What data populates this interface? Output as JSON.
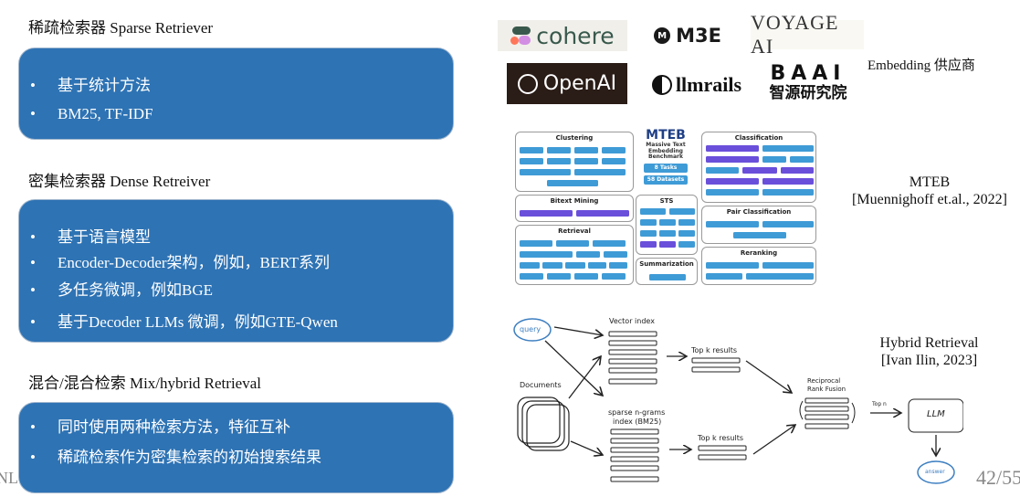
{
  "left": {
    "sections": [
      {
        "heading": "稀疏检索器 Sparse Retriever",
        "bullets": [
          "基于统计方法",
          "BM25, TF-IDF"
        ]
      },
      {
        "heading": "密集检索器 Dense Retreiver",
        "bullets": [
          "基于语言模型",
          "Encoder-Decoder架构，例如，BERT系列",
          "多任务微调，例如BGE",
          "基于Decoder LLMs 微调，例如GTE-Qwen"
        ]
      },
      {
        "heading": "混合/混合检索 Mix/hybrid Retrieval",
        "bullets": [
          "同时使用两种检索方法，特征互补",
          "稀疏检索作为密集检索的初始搜索结果"
        ]
      }
    ],
    "bullet_glyph": "•",
    "footer_fragment": "NL"
  },
  "logos": {
    "cohere": "cohere",
    "m3e": "M3E",
    "m3e_mark": "M",
    "voyage": "VOYAGE AI",
    "openai": "OpenAI",
    "llmrails": "llmrails",
    "baai_top": "BAAI",
    "baai_bottom": "智源研究院",
    "caption": "Embedding 供应商"
  },
  "mteb": {
    "title": "MTEB",
    "subtitle_line1": "Massive Text",
    "subtitle_line2": "Embedding Benchmark",
    "tasks_pill": "8 Tasks",
    "datasets_pill": "58 Datasets",
    "panels": {
      "clustering": "Clustering",
      "bitext": "Bitext Mining",
      "retrieval": "Retrieval",
      "sts": "STS",
      "summarization": "Summarization",
      "classification": "Classification",
      "pair": "Pair Classification",
      "reranking": "Reranking"
    },
    "caption_line1": "MTEB",
    "caption_line2": "[Muennighoff et.al., 2022]"
  },
  "hybrid": {
    "query": "query",
    "documents": "Documents",
    "vector_index": "Vector index",
    "sparse_index_line1": "sparse n-grams",
    "sparse_index_line2": "index (BM25)",
    "topk_1": "Top k results",
    "topk_2": "Top k results",
    "rrf_line1": "Reciprocal",
    "rrf_line2": "Rank Fusion",
    "topn": "Top n",
    "llm": "LLM",
    "answer": "answer",
    "caption_line1": "Hybrid Retrieval",
    "caption_line2": "[Ivan Ilin, 2023]"
  },
  "page": {
    "number": "42/55"
  }
}
